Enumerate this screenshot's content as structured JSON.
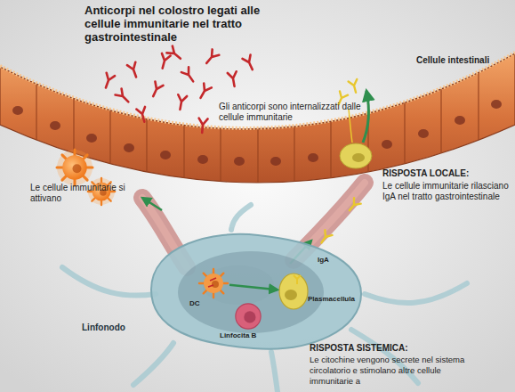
{
  "diagram": {
    "title": "Anticorpi nel colostro legati alle cellule immunitarie nel tratto gastrointestinale",
    "nodes": [
      {
        "text": [
          "Linfonodo"
        ]
      },
      {
        "text": [
          "DC"
        ],
        "in": 0
      },
      {
        "text": [
          "Linfocita B"
        ],
        "in": 0
      },
      {
        "text": [
          "Plasmacellula"
        ],
        "in": 0
      }
    ],
    "edges": [
      {
        "from": 1,
        "to": 3,
        "arrow": "to"
      }
    ],
    "labels": [
      "Cellule intestinali",
      "Gli anticorpi sono internalizzati dalle cellule immunitarie",
      "Le cellule immunitarie si attivano",
      "RISPOSTA LOCALE:",
      "Le cellule immunitarie rilasciano IgA nel tratto gastrointestinale",
      "IgA",
      "RISPOSTA SISTEMICA:",
      "Le citochine vengono secrete nel sistema circolatorio e stimolano altre cellule immunitarie a"
    ]
  }
}
